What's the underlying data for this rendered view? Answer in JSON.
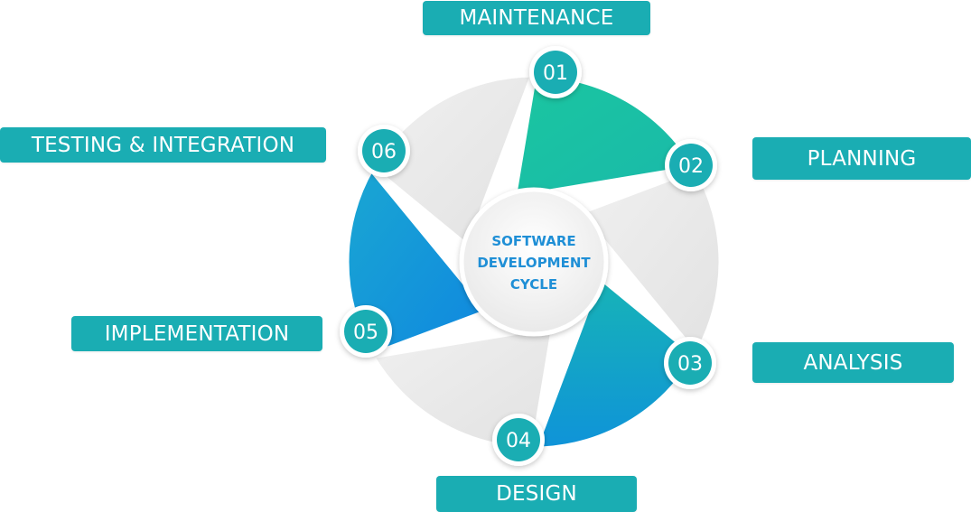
{
  "center": {
    "lines": [
      "SOFTWARE",
      "DEVELOPMENT",
      "CYCLE"
    ]
  },
  "steps": [
    {
      "number": "01",
      "label": "MAINTENANCE"
    },
    {
      "number": "02",
      "label": "PLANNING"
    },
    {
      "number": "03",
      "label": "ANALYSIS"
    },
    {
      "number": "04",
      "label": "DESIGN"
    },
    {
      "number": "05",
      "label": "IMPLEMENTATION"
    },
    {
      "number": "06",
      "label": "TESTING & INTEGRATION"
    }
  ],
  "colors": {
    "label_background": "#1aadb3",
    "label_text": "#ffffff",
    "badge_background": "#1aadb3",
    "center_text": "#1f8fd6",
    "segment_green": "#21c79a",
    "segment_teal": "#11b0b8",
    "segment_blue": "#1592df",
    "segment_gray": "#ebebeb"
  }
}
